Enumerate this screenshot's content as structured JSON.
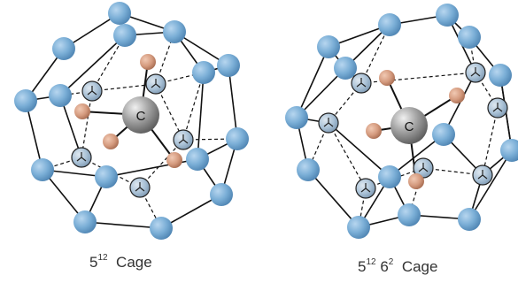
{
  "panels": [
    {
      "caption": {
        "base": "5",
        "exp": "12",
        "suffix": "Cage"
      },
      "center_atom_label": "C"
    },
    {
      "caption": {
        "base": "5",
        "exp": "12",
        "base2": "6",
        "exp2": "2",
        "suffix": "Cage"
      },
      "center_atom_label": "C"
    }
  ],
  "colors": {
    "cage_atom": "#7aaed6",
    "cage_atom_edge": "#4f85b3",
    "inner_atom": "#a9c1d6",
    "hydrogen": "#d49a7e",
    "carbon": "#8f8f8f",
    "bond": "#111111"
  }
}
